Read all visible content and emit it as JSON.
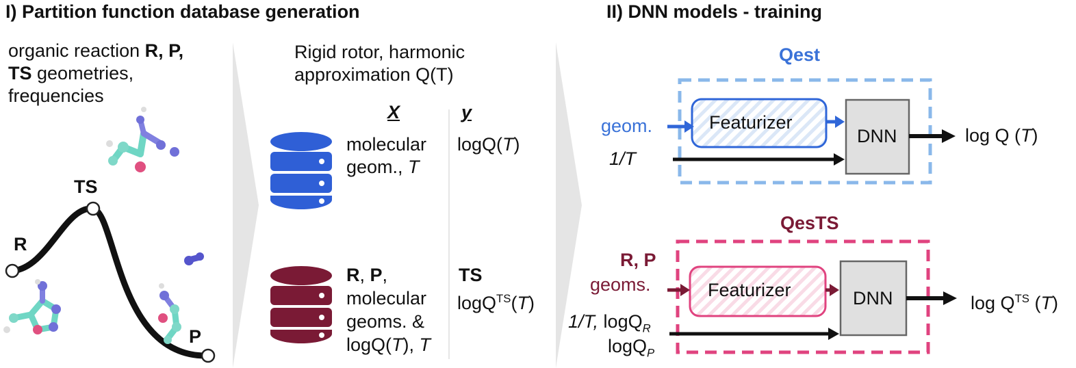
{
  "section1": {
    "title": "I) Partition function database generation",
    "intro": {
      "line1_plain": "organic reaction ",
      "line1_bold": "R, P,",
      "line2_bold": "TS",
      "line2_plain": " geometries,",
      "line3": "frequencies"
    },
    "energy_profile": {
      "r_label": "R",
      "ts_label": "TS",
      "p_label": "P"
    },
    "approx_line1": "Rigid rotor, harmonic",
    "approx_line2": "approximation Q(T)",
    "x_header": "X",
    "y_header": "y",
    "db1": {
      "x_line1": "molecular",
      "x_line2_plain": "geom., ",
      "x_line2_italic": "T",
      "y_plain": "logQ(",
      "y_italic": "T",
      "y_close": ")",
      "color": "#2f5fd6"
    },
    "db2": {
      "x_line1_bold": "R",
      "x_line1_sep": ", ",
      "x_line1_bold2": "P",
      "x_line1_end": ",",
      "x_line2": "molecular",
      "x_line3": "geoms. &",
      "x_line4_plain": "logQ(",
      "x_line4_italic": "T",
      "x_line4_mid": "), ",
      "x_line4_italic2": "T",
      "y_bold": "TS",
      "y_plain": "logQ",
      "y_sup": "TS",
      "y_open": "(",
      "y_italic": "T",
      "y_close": ")",
      "color": "#7a1a35"
    }
  },
  "section2": {
    "title": "II) DNN models - training",
    "qest": {
      "title": "Qest",
      "title_color": "#3a72d8",
      "box_color": "#8ab8ea",
      "input_geom": "geom.",
      "input_t": "1/T",
      "featurizer": "Featurizer",
      "dnn": "DNN",
      "output_plain": "log Q (",
      "output_italic": "T",
      "output_close": ")"
    },
    "qests": {
      "title": "QesTS",
      "title_color": "#7a1a35",
      "box_color": "#e0437f",
      "input_rp": "R, P",
      "input_geoms": "geoms.",
      "input_line1_italic": "1/T,",
      "input_line1_plain": " logQ",
      "input_line1_sub": "R",
      "input_line2_plain": "logQ",
      "input_line2_sub": "P",
      "featurizer": "Featurizer",
      "dnn": "DNN",
      "output_plain": "log Q",
      "output_sup": "TS",
      "output_mid": " (",
      "output_italic": "T",
      "output_close": ")"
    }
  }
}
